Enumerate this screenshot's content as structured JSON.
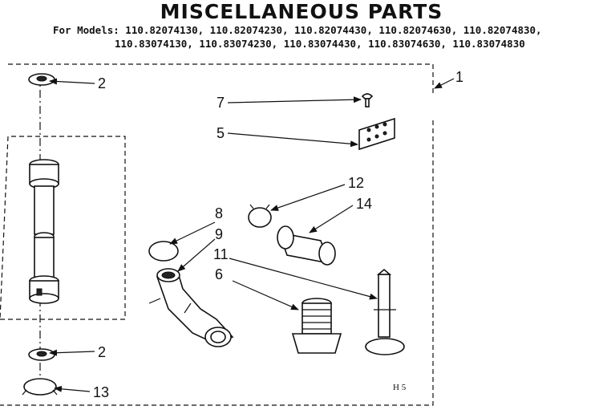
{
  "title": "MISCELLANEOUS PARTS",
  "models": {
    "line1": "For Models: 110.82074130, 110.82074230, 110.82074430, 110.82074630, 110.82074830,",
    "line2": "110.83074130, 110.83074230, 110.83074430, 110.83074630, 110.83074830"
  },
  "callouts": {
    "c1": "1",
    "c2a": "2",
    "c2b": "2",
    "c5": "5",
    "c6": "6",
    "c7": "7",
    "c8": "8",
    "c9": "9",
    "c11": "11",
    "c12": "12",
    "c13": "13",
    "c14": "14"
  },
  "drawing_code": "H 5"
}
